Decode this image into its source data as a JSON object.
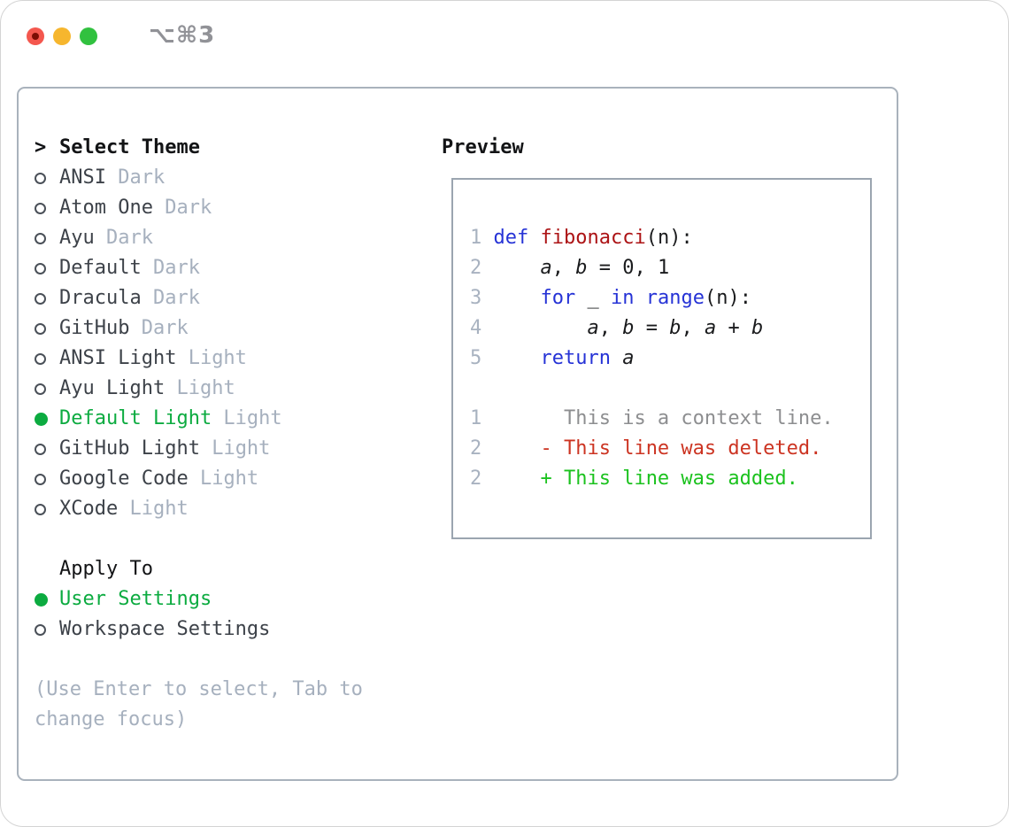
{
  "window": {
    "title": "⌥⌘3"
  },
  "colors": {
    "traffic_close": "#f4574e",
    "traffic_close_dot": "#7c0d04",
    "traffic_minimize": "#f6b62e",
    "traffic_zoom": "#31c13f",
    "selected_green": "#0cab40",
    "keyword_blue": "#2633d6",
    "function_red": "#ac1315",
    "deleted_red": "#cc3422",
    "added_green": "#1bc21e",
    "muted_gray": "#a6b0be",
    "context_gray": "#8d8e90",
    "line_number_gray": "#a8b2c0",
    "border_gray": "#a9b2bc"
  },
  "theme_picker": {
    "prompt": ">",
    "heading": "Select Theme",
    "items": [
      {
        "name": "ANSI",
        "variant": "Dark",
        "selected": false
      },
      {
        "name": "Atom One",
        "variant": "Dark",
        "selected": false
      },
      {
        "name": "Ayu",
        "variant": "Dark",
        "selected": false
      },
      {
        "name": "Default",
        "variant": "Dark",
        "selected": false
      },
      {
        "name": "Dracula",
        "variant": "Dark",
        "selected": false
      },
      {
        "name": "GitHub",
        "variant": "Dark",
        "selected": false
      },
      {
        "name": "ANSI Light",
        "variant": "Light",
        "selected": false
      },
      {
        "name": "Ayu Light",
        "variant": "Light",
        "selected": false
      },
      {
        "name": "Default Light",
        "variant": "Light",
        "selected": true
      },
      {
        "name": "GitHub Light",
        "variant": "Light",
        "selected": false
      },
      {
        "name": "Google Code",
        "variant": "Light",
        "selected": false
      },
      {
        "name": "XCode",
        "variant": "Light",
        "selected": false
      }
    ],
    "apply_to": {
      "heading": "Apply To",
      "options": [
        {
          "label": "User Settings",
          "selected": true
        },
        {
          "label": "Workspace Settings",
          "selected": false
        }
      ]
    },
    "hint": "(Use Enter to select, Tab to change focus)"
  },
  "preview": {
    "heading": "Preview",
    "lines": [
      {
        "kind": "code",
        "tokens": [
          {
            "t": "1 ",
            "c": "num"
          },
          {
            "t": "def",
            "c": "kw"
          },
          {
            "t": " "
          },
          {
            "t": "fibonacci",
            "c": "fn"
          },
          {
            "t": "(n):"
          }
        ]
      },
      {
        "kind": "code",
        "tokens": [
          {
            "t": "2 ",
            "c": "num"
          },
          {
            "t": "    "
          },
          {
            "t": "a",
            "c": "var"
          },
          {
            "t": ", "
          },
          {
            "t": "b",
            "c": "var"
          },
          {
            "t": " = 0, 1"
          }
        ]
      },
      {
        "kind": "code",
        "tokens": [
          {
            "t": "3 ",
            "c": "num"
          },
          {
            "t": "    "
          },
          {
            "t": "for",
            "c": "kw"
          },
          {
            "t": " _ "
          },
          {
            "t": "in",
            "c": "kw"
          },
          {
            "t": " "
          },
          {
            "t": "range",
            "c": "kw"
          },
          {
            "t": "(n):"
          }
        ]
      },
      {
        "kind": "code",
        "tokens": [
          {
            "t": "4 ",
            "c": "num"
          },
          {
            "t": "        "
          },
          {
            "t": "a",
            "c": "var"
          },
          {
            "t": ", "
          },
          {
            "t": "b",
            "c": "var"
          },
          {
            "t": " = "
          },
          {
            "t": "b",
            "c": "var"
          },
          {
            "t": ", "
          },
          {
            "t": "a",
            "c": "var"
          },
          {
            "t": " + "
          },
          {
            "t": "b",
            "c": "var"
          }
        ]
      },
      {
        "kind": "code",
        "tokens": [
          {
            "t": "5 ",
            "c": "num"
          },
          {
            "t": "    "
          },
          {
            "t": "return",
            "c": "kw"
          },
          {
            "t": " "
          },
          {
            "t": "a",
            "c": "var"
          }
        ]
      },
      {
        "kind": "blank",
        "tokens": []
      },
      {
        "kind": "context",
        "tokens": [
          {
            "t": "1",
            "c": "num"
          },
          {
            "t": "       "
          },
          {
            "t": "This is a context line.",
            "c": "ctx"
          }
        ]
      },
      {
        "kind": "deleted",
        "tokens": [
          {
            "t": "2",
            "c": "num"
          },
          {
            "t": "     "
          },
          {
            "t": "- This line was deleted.",
            "c": "del"
          }
        ]
      },
      {
        "kind": "added",
        "tokens": [
          {
            "t": "2",
            "c": "num"
          },
          {
            "t": "     "
          },
          {
            "t": "+ This line was added.",
            "c": "add"
          }
        ]
      }
    ]
  }
}
